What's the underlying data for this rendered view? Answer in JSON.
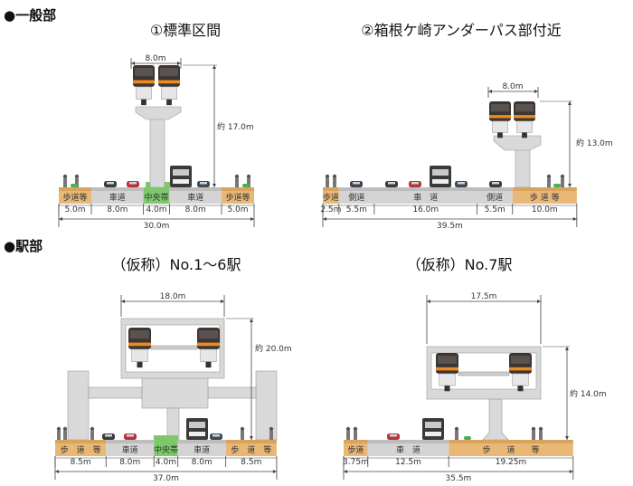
{
  "headings": {
    "general": "●一般部",
    "station": "●駅部"
  },
  "colors": {
    "sidewalk": "#e9b877",
    "road": "#d4d4d4",
    "median": "#7cc86a",
    "structure": "#d9d9d9",
    "train_body": "#3b3634",
    "train_stripe": "#f08a1e"
  },
  "sections": [
    {
      "title": "①標準区間",
      "top_width": "8.0m",
      "height": "約 17.0m",
      "total": "30.0m",
      "segments": [
        {
          "label": "歩道等",
          "dim": "5.0m",
          "meters": 5,
          "type": "sidewalk"
        },
        {
          "label": "車道",
          "dim": "8.0m",
          "meters": 8,
          "type": "road"
        },
        {
          "label": "中央帯",
          "dim": "4.0m",
          "meters": 4,
          "type": "median"
        },
        {
          "label": "車道",
          "dim": "8.0m",
          "meters": 8,
          "type": "road"
        },
        {
          "label": "歩道等",
          "dim": "5.0m",
          "meters": 5,
          "type": "sidewalk"
        }
      ]
    },
    {
      "title": "②箱根ケ崎アンダーパス部付近",
      "top_width": "8.0m",
      "height": "約 13.0m",
      "total": "39.5m",
      "segments": [
        {
          "label": "歩道",
          "dim": "2.5m",
          "meters": 2.5,
          "type": "sidewalk"
        },
        {
          "label": "側道",
          "dim": "5.5m",
          "meters": 5.5,
          "type": "road"
        },
        {
          "label": "車　道",
          "dim": "16.0m",
          "meters": 16,
          "type": "road"
        },
        {
          "label": "側道",
          "dim": "5.5m",
          "meters": 5.5,
          "type": "road"
        },
        {
          "label": "歩 道 等",
          "dim": "10.0m",
          "meters": 10,
          "type": "sidewalk"
        }
      ]
    },
    {
      "title": "（仮称）No.1～6駅",
      "top_width": "18.0m",
      "height": "約 20.0m",
      "total": "37.0m",
      "segments": [
        {
          "label": "歩　道　等",
          "dim": "8.5m",
          "meters": 8.5,
          "type": "sidewalk"
        },
        {
          "label": "車道",
          "dim": "8.0m",
          "meters": 8,
          "type": "road"
        },
        {
          "label": "中央帯",
          "dim": "4.0m",
          "meters": 4,
          "type": "median"
        },
        {
          "label": "車道",
          "dim": "8.0m",
          "meters": 8,
          "type": "road"
        },
        {
          "label": "歩　道　等",
          "dim": "8.5m",
          "meters": 8.5,
          "type": "sidewalk"
        }
      ]
    },
    {
      "title": "（仮称）No.7駅",
      "top_width": "17.5m",
      "height": "約 14.0m",
      "total": "35.5m",
      "segments": [
        {
          "label": "歩道",
          "dim": "3.75m",
          "meters": 3.75,
          "type": "sidewalk"
        },
        {
          "label": "車　道",
          "dim": "12.5m",
          "meters": 12.5,
          "type": "road"
        },
        {
          "label": "歩　　道　　等",
          "dim": "19.25m",
          "meters": 19.25,
          "type": "sidewalk"
        }
      ]
    }
  ]
}
